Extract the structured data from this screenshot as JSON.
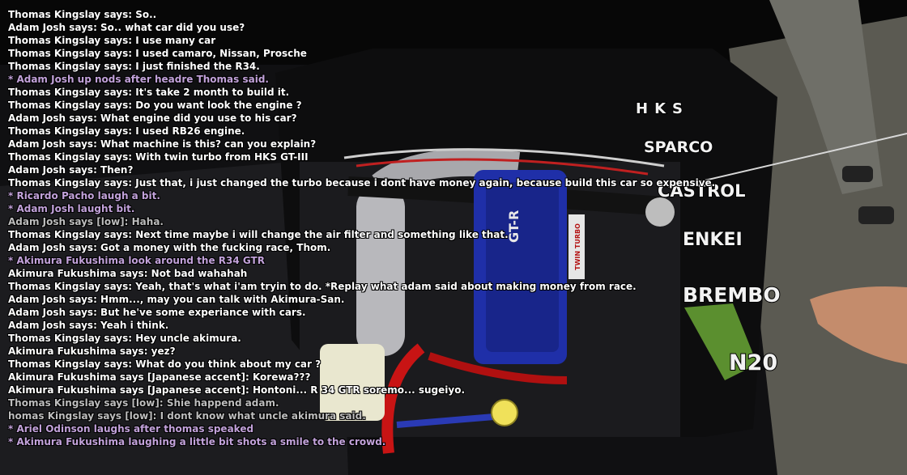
{
  "chat": [
    {
      "type": "say",
      "text": "Thomas Kingslay says: So.."
    },
    {
      "type": "say",
      "text": "Adam Josh says: So.. what car did you use?"
    },
    {
      "type": "say",
      "text": "Thomas Kingslay says: I use many car"
    },
    {
      "type": "say",
      "text": "Thomas Kingslay says: I used camaro, Nissan, Prosche"
    },
    {
      "type": "say",
      "text": "Thomas Kingslay says: I just finished the R34."
    },
    {
      "type": "me",
      "text": "* Adam Josh up nods after headre Thomas said."
    },
    {
      "type": "say",
      "text": "Thomas Kingslay says: It's take 2 month to build it."
    },
    {
      "type": "say",
      "text": "Thomas Kingslay says: Do you want look the engine ?"
    },
    {
      "type": "say",
      "text": "Adam Josh says: What engine did you use to his car?"
    },
    {
      "type": "say",
      "text": "Thomas Kingslay says: I used RB26 engine."
    },
    {
      "type": "say",
      "text": "Adam Josh says: What machine is this? can you explain?"
    },
    {
      "type": "say",
      "text": "Thomas Kingslay says: With twin turbo from HKS GT-III"
    },
    {
      "type": "say",
      "text": "Adam Josh says: Then?"
    },
    {
      "type": "say",
      "text": "Thomas Kingslay says: Just that, i just changed the turbo because i dont have money again, because build this car so expensive."
    },
    {
      "type": "me",
      "text": "* Ricardo Pacho laugh a bit."
    },
    {
      "type": "me",
      "text": "* Adam Josh laught bit."
    },
    {
      "type": "low",
      "text": "Adam Josh says [low]: Haha."
    },
    {
      "type": "say",
      "text": "Thomas Kingslay says: Next time maybe i will change the air filter and something like that."
    },
    {
      "type": "say",
      "text": "Adam Josh says: Got a money with the fucking race, Thom."
    },
    {
      "type": "me",
      "text": "* Akimura Fukushima look around the R34 GTR"
    },
    {
      "type": "say",
      "text": "Akimura Fukushima says: Not bad wahahah"
    },
    {
      "type": "say",
      "text": "Thomas Kingslay says: Yeah, that's what i'am tryin to do. *Replay what adam said about making money from race."
    },
    {
      "type": "say",
      "text": "Adam Josh says: Hmm..., may you can talk with Akimura-San."
    },
    {
      "type": "say",
      "text": "Adam Josh says: But he've some experiance with cars."
    },
    {
      "type": "say",
      "text": "Adam Josh says: Yeah i think."
    },
    {
      "type": "say",
      "text": "Thomas Kingslay says: Hey uncle akimura."
    },
    {
      "type": "say",
      "text": "Akimura Fukushima says: yez?"
    },
    {
      "type": "say",
      "text": "Thomas Kingslay says: What do you think about my car ?"
    },
    {
      "type": "say",
      "text": "Akimura Fukushima says [Japanese accent]: Korewa???"
    },
    {
      "type": "say",
      "text": "Akimura Fukushima says [Japanese accent]: Hontoni... R 34 GTR soremo... sugeiyo."
    },
    {
      "type": "low",
      "text": "Thomas Kingslay says [low]: Shie happend adam."
    },
    {
      "type": "low",
      "text": "homas Kingslay says [low]: I dont know what uncle akimura said."
    },
    {
      "type": "me",
      "text": "* Ariel Odinson laughs after thomas speaked"
    },
    {
      "type": "me",
      "text": "* Akimura Fukushima laughing a little bit shots a smile to the crowd."
    }
  ],
  "hood_logos": [
    "HKS",
    "SPARCO",
    "CASTROL",
    "ENKEI",
    "BREMBO",
    "N20"
  ],
  "engine_labels": {
    "cover": "GT-R",
    "tag": "TWIN TURBO"
  },
  "colors": {
    "say": "#ffffff",
    "me": "#c2a2da",
    "low": "#bdbdbd",
    "engine_blue": "#1f2fa8"
  }
}
